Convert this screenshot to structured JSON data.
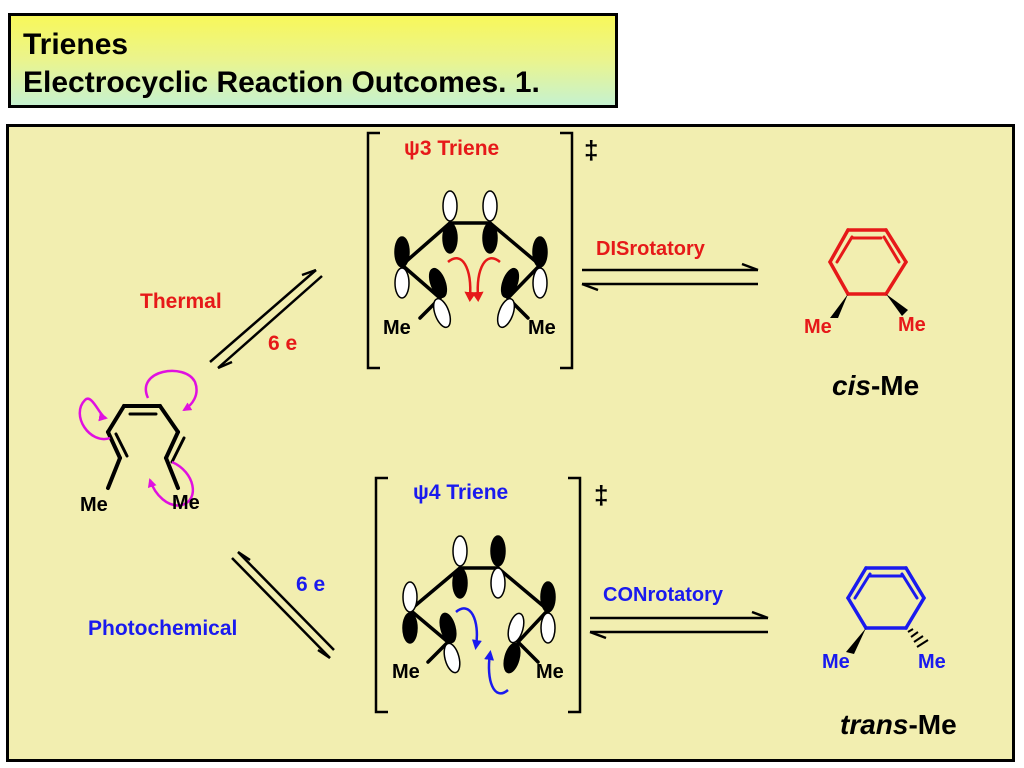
{
  "title": {
    "line1": "Trienes",
    "line2": "Electrocyclic Reaction Outcomes. 1."
  },
  "labels": {
    "psi3": "ψ3 Triene",
    "psi4": "ψ4 Triene",
    "dagger": "‡",
    "thermal": "Thermal",
    "photochemical": "Photochemical",
    "six_e": "6 e",
    "disrotatory": "DISrotatory",
    "conrotatory": "CONrotatory",
    "me": "Me",
    "cis_italic": "cis",
    "trans_italic": "trans",
    "me_suffix": "-Me"
  },
  "colors": {
    "thermal": "#e61919",
    "photochemical": "#1a1aee",
    "arrows": "#e010e0",
    "panel": "#f2eeb0"
  }
}
